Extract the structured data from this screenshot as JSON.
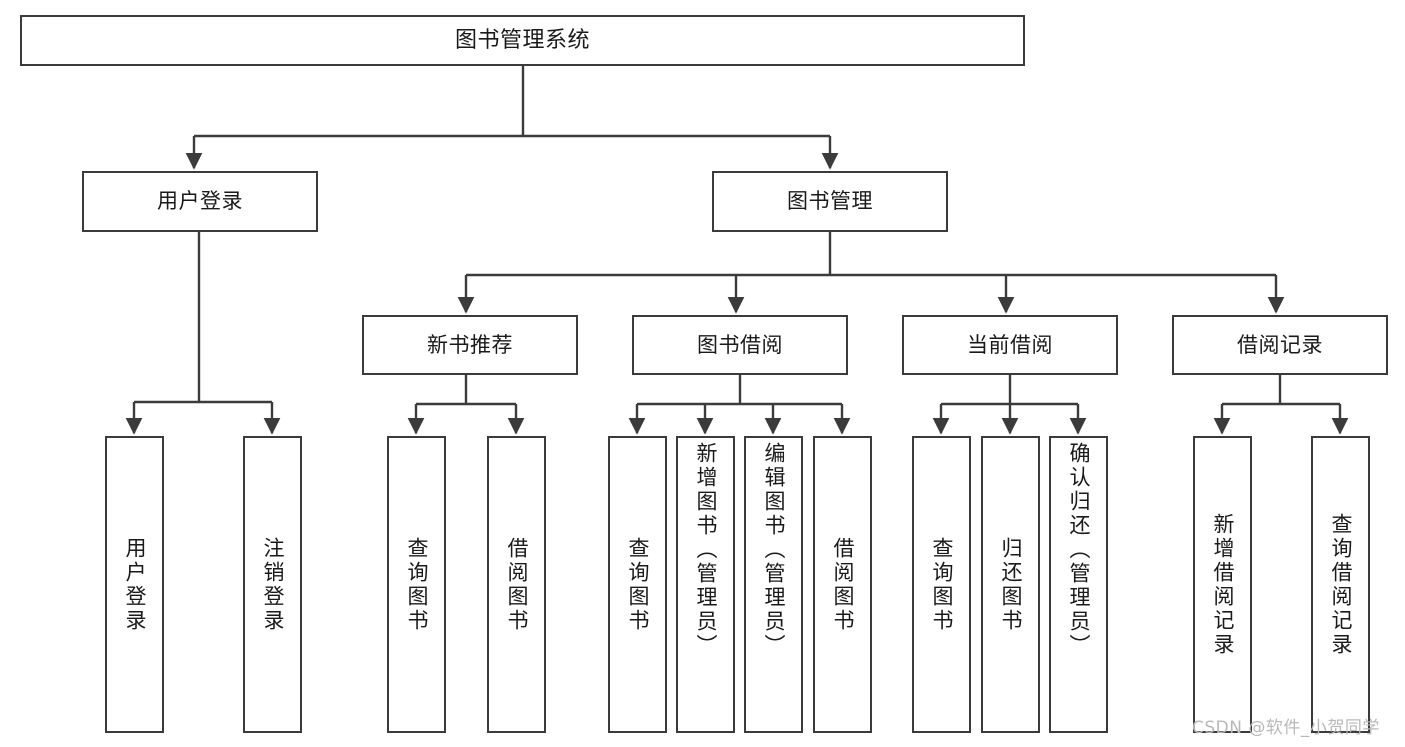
{
  "diagram": {
    "title": "图书管理系统",
    "type": "tree",
    "line_color": "#3b3b3b",
    "box_fill": "#ffffff",
    "text_color": "#1a1a1a"
  },
  "root": {
    "label": "图书管理系统"
  },
  "level2": [
    {
      "label": "用户登录"
    },
    {
      "label": "图书管理"
    }
  ],
  "level3": [
    {
      "label": "新书推荐"
    },
    {
      "label": "图书借阅"
    },
    {
      "label": "当前借阅"
    },
    {
      "label": "借阅记录"
    }
  ],
  "leaves": {
    "user_login": [
      {
        "label": "用户登录"
      },
      {
        "label": "注销登录"
      }
    ],
    "new_book": [
      {
        "label": "查询图书"
      },
      {
        "label": "借阅图书"
      }
    ],
    "book_borrow": [
      {
        "label": "查询图书"
      },
      {
        "label": "新增图书（管理员）"
      },
      {
        "label": "编辑图书（管理员）"
      },
      {
        "label": "借阅图书"
      }
    ],
    "current_borrow": [
      {
        "label": "查询图书"
      },
      {
        "label": "归还图书"
      },
      {
        "label": "确认归还（管理员）"
      }
    ],
    "borrow_record": [
      {
        "label": "新增借阅记录"
      },
      {
        "label": "查询借阅记录"
      }
    ]
  },
  "watermark": {
    "text": "CSDN @软件_小贺同学"
  }
}
